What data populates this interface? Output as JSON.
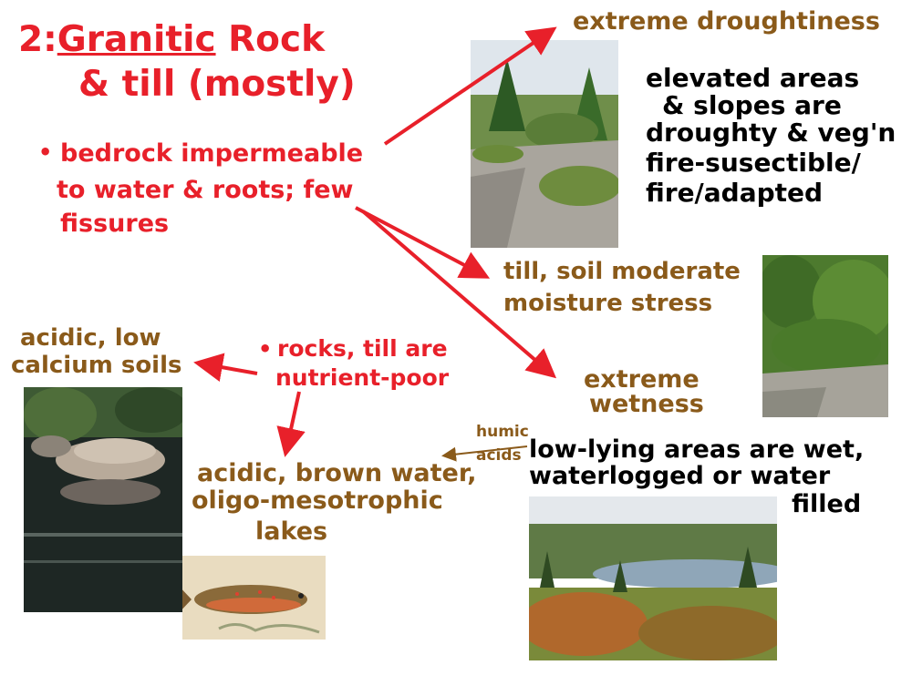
{
  "title": {
    "prefix": "2:",
    "underlined": "Granitic",
    "rest": " Rock",
    "line2": "& till (mostly)"
  },
  "bedrock": {
    "bullet": "•",
    "line1": "bedrock impermeable",
    "line2": "to water & roots; few",
    "line3": "fissures"
  },
  "rocks": {
    "bullet": "•",
    "line1": "rocks, till are",
    "line2": "nutrient-poor"
  },
  "droughtiness": {
    "heading": "extreme droughtiness",
    "line1": "elevated areas",
    "line2": "& slopes are",
    "line3": "droughty & veg'n",
    "line4": "fire-susectible/",
    "line5": "fire/adapted"
  },
  "moderate": {
    "line1": "till, soil moderate",
    "line2": "moisture stress"
  },
  "wetness": {
    "line1": "extreme",
    "line2": "wetness",
    "humic1": "humic",
    "humic2": "acids",
    "desc1": "low-lying areas are wet,",
    "desc2": "waterlogged or water",
    "desc3": "filled"
  },
  "soils": {
    "line1": "acidic, low",
    "line2": "calcium soils"
  },
  "lakes": {
    "line1": "acidic, brown water,",
    "line2": "oligo-mesotrophic",
    "line3": "lakes"
  },
  "colors": {
    "red": "#e8202a",
    "brown": "#8a5a1a",
    "black": "#000000"
  }
}
